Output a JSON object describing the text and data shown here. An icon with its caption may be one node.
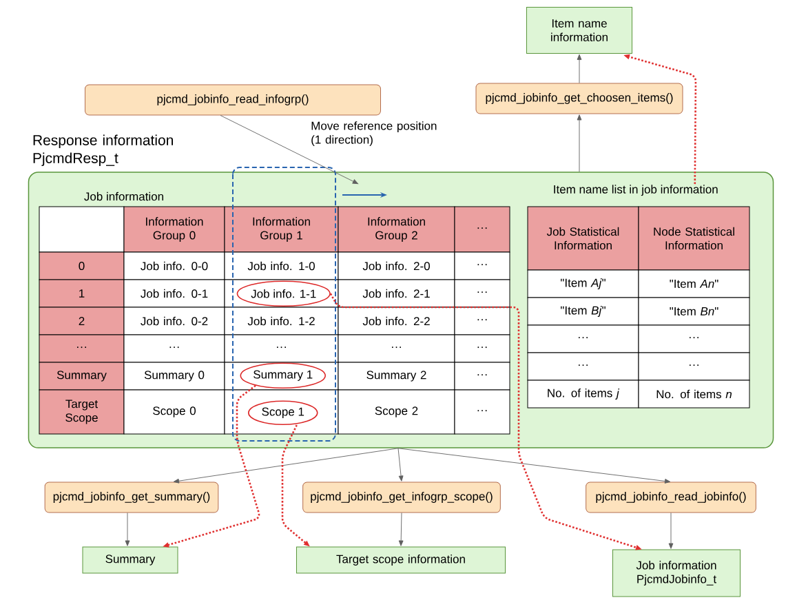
{
  "diagram": {
    "nodes": [
      {
        "text": [
          "Item name information"
        ]
      },
      {
        "text": [
          "pjcmd_jobinfo_get_choosen_items()"
        ]
      },
      {
        "text": [
          "pjcmd_jobinfo_read_infogrp()"
        ]
      },
      {
        "text": [
          "Response information PjcmdResp_t"
        ]
      },
      {
        "text": [
          "Job info. 1-1"
        ],
        "in": 3
      },
      {
        "text": [
          "Summary 1"
        ],
        "in": 3
      },
      {
        "text": [
          "Scope 1"
        ],
        "in": 3
      },
      {
        "text": [
          "Item name list in job information"
        ],
        "in": 3
      },
      {
        "text": [
          "pjcmd_jobinfo_get_summary()"
        ]
      },
      {
        "text": [
          "pjcmd_jobinfo_get_infogrp_scope()"
        ]
      },
      {
        "text": [
          "pjcmd_jobinfo_read_jobinfo()"
        ]
      },
      {
        "text": [
          "Summary"
        ]
      },
      {
        "text": [
          "Target scope information"
        ]
      },
      {
        "text": [
          "Job information PjcmdJobinfo_t"
        ]
      }
    ],
    "edges": [
      {
        "from": 1,
        "to": 0,
        "arrow": "to"
      },
      {
        "from": 3,
        "to": 1,
        "arrow": "to"
      },
      {
        "from": 7,
        "to": 0,
        "arrow": "to",
        "style": "dashed",
        "color": "#e03030"
      },
      {
        "from": 2,
        "to": 3,
        "arrow": "to"
      },
      {
        "from": 3,
        "to": 8,
        "arrow": "to"
      },
      {
        "from": 3,
        "to": 9,
        "arrow": "to"
      },
      {
        "from": 3,
        "to": 10,
        "arrow": "to"
      },
      {
        "from": 8,
        "to": 11,
        "arrow": "to"
      },
      {
        "from": 9,
        "to": 12,
        "arrow": "to"
      },
      {
        "from": 10,
        "to": 13,
        "arrow": "to"
      },
      {
        "from": 5,
        "to": 11,
        "arrow": "to",
        "style": "dashed",
        "color": "#e03030"
      },
      {
        "from": 6,
        "to": 12,
        "arrow": "to",
        "style": "dashed",
        "color": "#e03030"
      },
      {
        "from": 4,
        "to": 13,
        "arrow": "to",
        "style": "dashed",
        "color": "#e03030"
      }
    ],
    "labels": [
      "Move reference position (1 direction)",
      "Job information",
      "Information Group 0",
      "Information Group 1",
      "Information Group 2",
      "···",
      "0",
      "Job info. 0-0",
      "Job info. 1-0",
      "Job info. 2-0",
      "···",
      "1",
      "Job info. 0-1",
      "Job info. 2-1",
      "···",
      "2",
      "Job info. 0-2",
      "Job info. 1-2",
      "Job info. 2-2",
      "···",
      "···",
      "···",
      "···",
      "···",
      "···",
      "Summary",
      "Summary 0",
      "Summary 2",
      "···",
      "Target Scope",
      "Scope 0",
      "Scope 2",
      "···",
      "Job Statistical Information",
      "Node Statistical Information",
      "\"Item *Aj*\"",
      "\"Item *An*\"",
      "\"Item *Bj*\"",
      "\"Item *Bn*\"",
      "···",
      "···",
      "···",
      "···",
      "No. of items *j*",
      "No. of items *n*"
    ]
  }
}
